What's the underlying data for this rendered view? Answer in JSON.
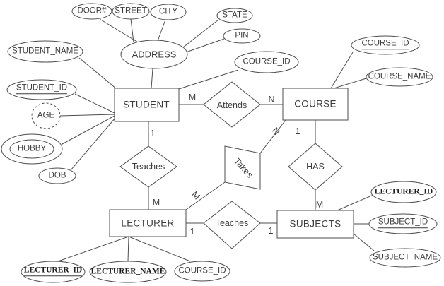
{
  "entities": {
    "student": "STUDENT",
    "course": "COURSE",
    "lecturer": "LECTURER",
    "subjects": "SUBJECTS"
  },
  "relationships": {
    "attends": "Attends",
    "teaches1": "Teaches",
    "takes": "Takes",
    "has": "HAS",
    "teaches2": "Teaches"
  },
  "attributes": {
    "door_no": "DOOR#",
    "street": "STREET",
    "city": "CITY",
    "state": "STATE",
    "pin": "PIN",
    "address": "ADDRESS",
    "student_name": "STUDENT_NAME",
    "student_id": "STUDENT_ID",
    "age": "AGE",
    "hobby": "HOBBY",
    "dob": "DOB",
    "student_course_id": "COURSE_ID",
    "course_id": "COURSE_ID",
    "course_name": "COURSE_NAME",
    "subjects_lecturer_id": "LECTURER_ID",
    "subject_id": "SUBJECT_ID",
    "subject_name": "SUBJECT_NAME",
    "lecturer_id": "LECTURER_ID",
    "lecturer_name": "LECTURER_NAME",
    "lecturer_course_id": "COURSE_ID"
  },
  "cardinalities": {
    "student_attends": "M",
    "attends_course": "N",
    "student_teaches": "1",
    "teaches_lecturer": "M",
    "course_takes": "N",
    "takes_lecturer": "M",
    "course_has": "1",
    "has_subjects": "M",
    "lecturer_teaches": "1",
    "teaches_subjects": "1"
  },
  "colors": {
    "stroke": "#4d4d4d",
    "text": "#3b3b3b",
    "background": "#ffffff"
  }
}
